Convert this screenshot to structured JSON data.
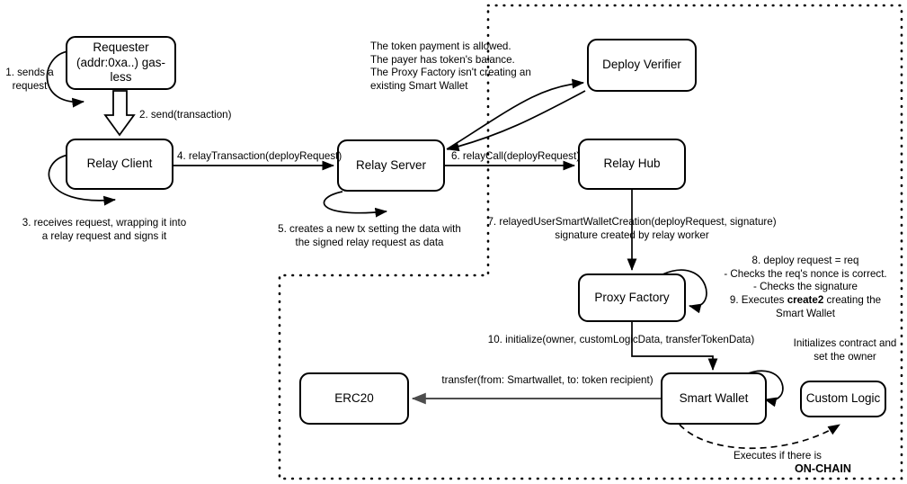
{
  "diagram": {
    "title_marker": "ON-CHAIN",
    "nodes": [
      {
        "id": "requester",
        "label": "Requester\n(addr:0xa..)\ngas-less"
      },
      {
        "id": "relay_client",
        "label": "Relay Client"
      },
      {
        "id": "relay_server",
        "label": "Relay Server"
      },
      {
        "id": "deploy_verifier",
        "label": "Deploy Verifier"
      },
      {
        "id": "relay_hub",
        "label": "Relay Hub"
      },
      {
        "id": "proxy_factory",
        "label": "Proxy Factory"
      },
      {
        "id": "smart_wallet",
        "label": "Smart Wallet"
      },
      {
        "id": "custom_logic",
        "label": "Custom Logic"
      },
      {
        "id": "erc20",
        "label": "ERC20"
      }
    ],
    "labels": {
      "step1": "1. sends a\nrequest",
      "step2": "2. send(transaction)",
      "step3": "3. receives request, wrapping it into\na relay request and signs it",
      "step4": "4. relayTransaction(deployRequest)",
      "step5": "5. creates a new tx setting the data with\nthe signed relay request as data",
      "step6": "6. relayCall(deployRequest)",
      "step7": "7. relayedUserSmartWalletCreation(deployRequest, signature)\nsignature created by relay worker",
      "verifier_note": "The token payment is allowed.\nThe payer has token's balance.\nThe Proxy Factory isn't creating an\nexisting Smart Wallet",
      "step89": "8. deploy request = req\n- Checks the req's nonce is correct.\n- Checks the signature\n9. Executes ",
      "step9_bold": "create2",
      "step9_tail": " creating the\nSmart Wallet",
      "step10": "10. initialize(owner, customLogicData, transferTokenData)",
      "init_note": "Initializes contract and\nset the owner",
      "transfer": "transfer(from: Smartwallet, to: token recipient)",
      "executes_if": "Executes if there is"
    },
    "colors": {
      "stroke": "#000000",
      "fill": "#ffffff",
      "transfer_arrow": "#4d4d4d",
      "boundary": "#000000"
    }
  }
}
